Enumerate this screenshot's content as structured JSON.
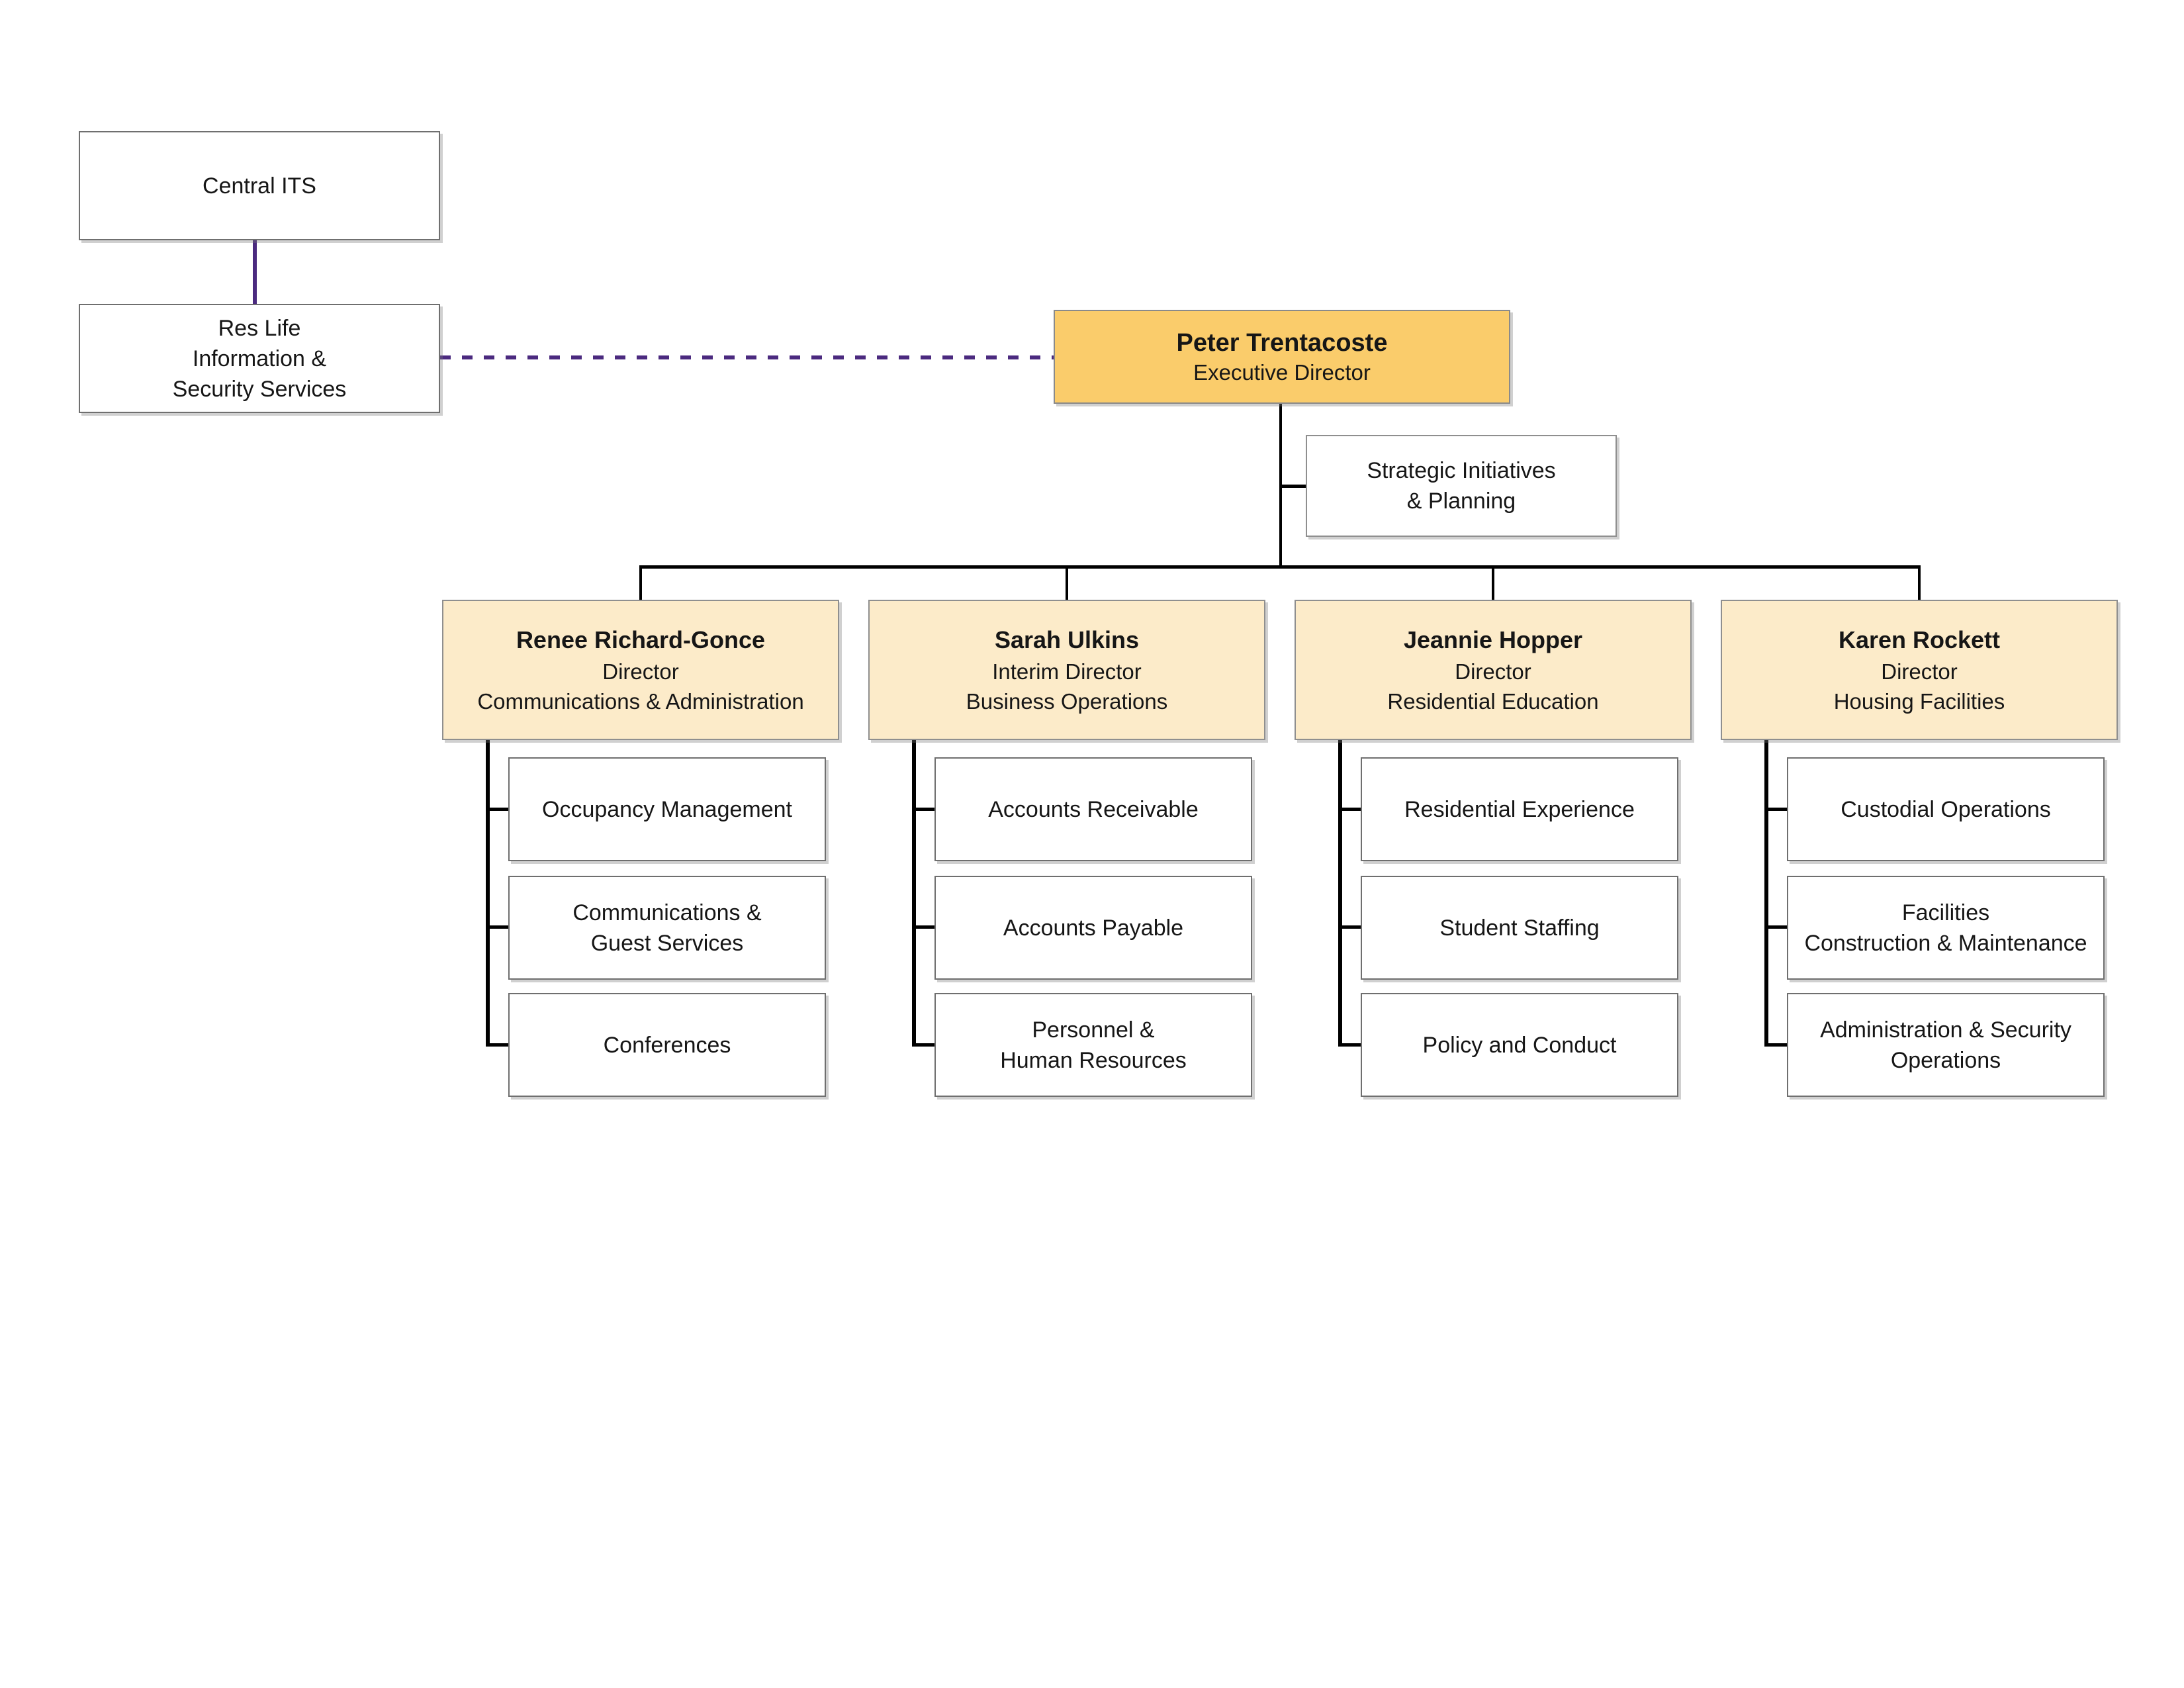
{
  "chart": {
    "colors": {
      "executive_fill": "#FACC6B",
      "director_fill": "#FCEBC9",
      "dotted_line_purple": "#4B2A7F",
      "connector_black": "#000000",
      "box_border_gray": "#6f6f6f",
      "background": "#ffffff"
    },
    "nodes": {
      "central_its": {
        "label": "Central ITS"
      },
      "res_life": {
        "label": "Res Life\nInformation &\nSecurity Services"
      },
      "executive": {
        "name": "Peter Trentacoste",
        "title": "Executive Director"
      },
      "strategic": {
        "label": "Strategic Initiatives\n& Planning"
      }
    },
    "columns": [
      {
        "director": {
          "name": "Renee Richard-Gonce",
          "title": "Director",
          "dept": "Communications & Administration"
        },
        "reports": [
          "Occupancy Management",
          "Communications &\nGuest Services",
          "Conferences"
        ]
      },
      {
        "director": {
          "name": "Sarah Ulkins",
          "title": "Interim Director",
          "dept": "Business Operations"
        },
        "reports": [
          "Accounts Receivable",
          "Accounts Payable",
          "Personnel &\nHuman Resources"
        ]
      },
      {
        "director": {
          "name": "Jeannie Hopper",
          "title": "Director",
          "dept": "Residential Education"
        },
        "reports": [
          "Residential Experience",
          "Student Staffing",
          "Policy and Conduct"
        ]
      },
      {
        "director": {
          "name": "Karen Rockett",
          "title": "Director",
          "dept": "Housing Facilities"
        },
        "reports": [
          "Custodial Operations",
          "Facilities\nConstruction & Maintenance",
          "Administration & Security\nOperations"
        ]
      }
    ]
  }
}
